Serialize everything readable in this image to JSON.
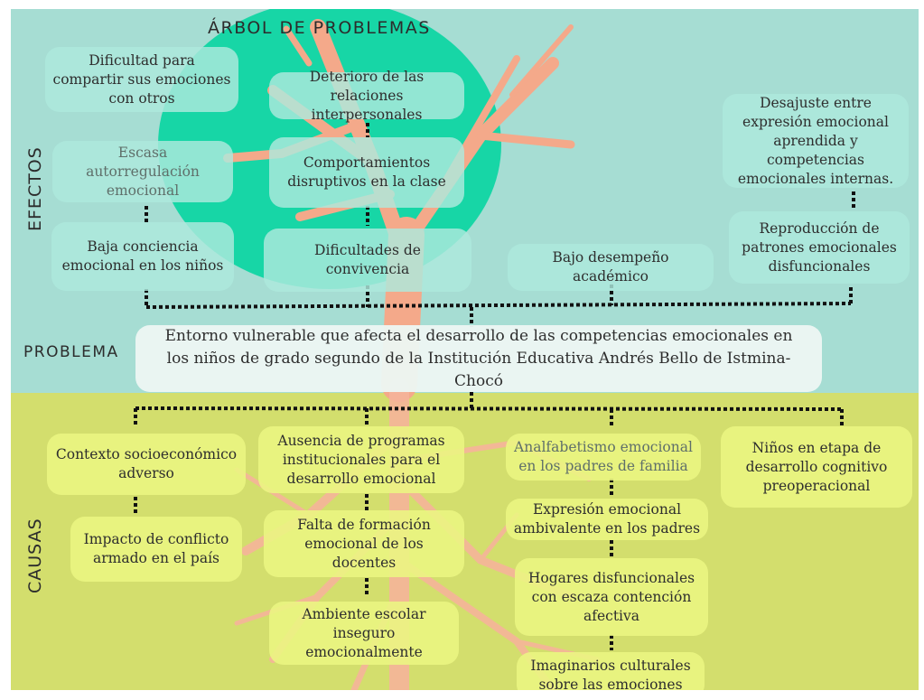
{
  "title": "ÁRBOL DE PROBLEMAS",
  "labels": {
    "efectos": "EFECTOS",
    "problema": "PROBLEMA",
    "causas": "CAUSAS"
  },
  "problem": "Entorno vulnerable  que afecta el desarrollo de las competencias emocionales en los niños de grado segundo de la Institución Educativa Andrés Bello de Istmina-Chocó",
  "effects": {
    "dificultad_compartir": "Dificultad para compartir sus emociones con otros",
    "escasa_autorregulacion": "Escasa autorregulación emocional",
    "baja_conciencia": "Baja conciencia emocional en los niños",
    "deterioro_relaciones": "Deterioro de las relaciones interpersonales",
    "comportamientos_disruptivos": "Comportamientos disruptivos en la clase",
    "dificultades_convivencia": "Dificultades de convivencia",
    "bajo_desempeno": "Bajo desempeño académico",
    "desajuste_expresion": "Desajuste entre expresión emocional aprendida y competencias emocionales internas.",
    "reproduccion_patrones": "Reproducción de patrones emocionales disfuncionales"
  },
  "causes": {
    "contexto_socioeconomico": "Contexto  socioeconómico adverso",
    "impacto_conflicto": "Impacto de conflicto armado en el país",
    "ausencia_programas": "Ausencia de programas institucionales para el desarrollo emocional",
    "falta_formacion": "Falta de formación emocional  de los docentes",
    "ambiente_escolar": "Ambiente escolar inseguro emocionalmente",
    "analfabetismo_emocional": "Analfabetismo emocional en los padres de familia",
    "expresion_ambivalente": "Expresión emocional ambivalente en los padres",
    "hogares_disfuncionales": "Hogares disfuncionales con escaza contención afectiva",
    "imaginarios_culturales": "Imaginarios culturales sobre las emociones",
    "ninos_etapa": "Niños en etapa de desarrollo cognitivo preoperacional"
  },
  "colors": {
    "top_band": "#a6ddd3",
    "bottom_band": "#d3de6d",
    "canopy": "#17d6a6",
    "trunk": "#f4a98a",
    "roots": "#f6b49a",
    "connector": "#111111"
  }
}
